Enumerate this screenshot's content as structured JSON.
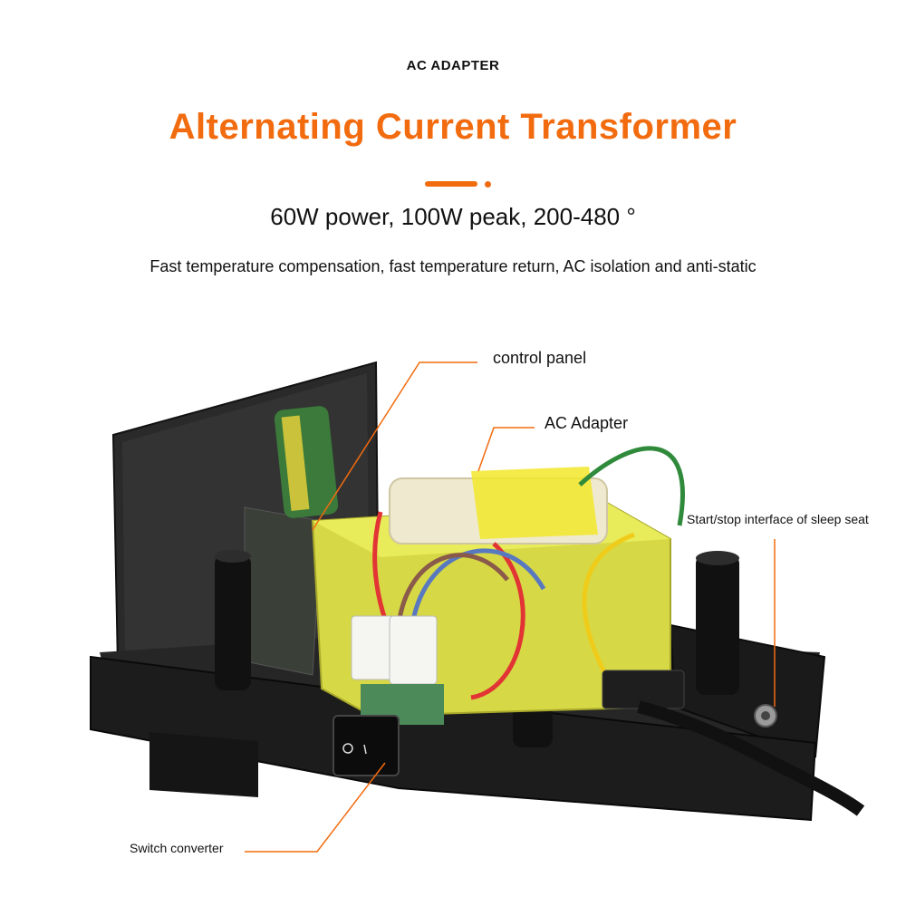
{
  "header": {
    "eyebrow": "AC ADAPTER",
    "title": "Alternating Current Transformer",
    "spec": "60W power, 100W peak, 200-480 °",
    "description": "Fast temperature compensation, fast temperature return, AC isolation and anti-static"
  },
  "callouts": {
    "control_panel": "control panel",
    "ac_adapter": "AC Adapter",
    "sleep_seat": "Start/stop interface of sleep seat",
    "switch": "Switch converter"
  },
  "colors": {
    "accent": "#f26b0f",
    "text": "#111111",
    "housing": "#1c1c1c",
    "transformer_core": "#d9e04a"
  }
}
